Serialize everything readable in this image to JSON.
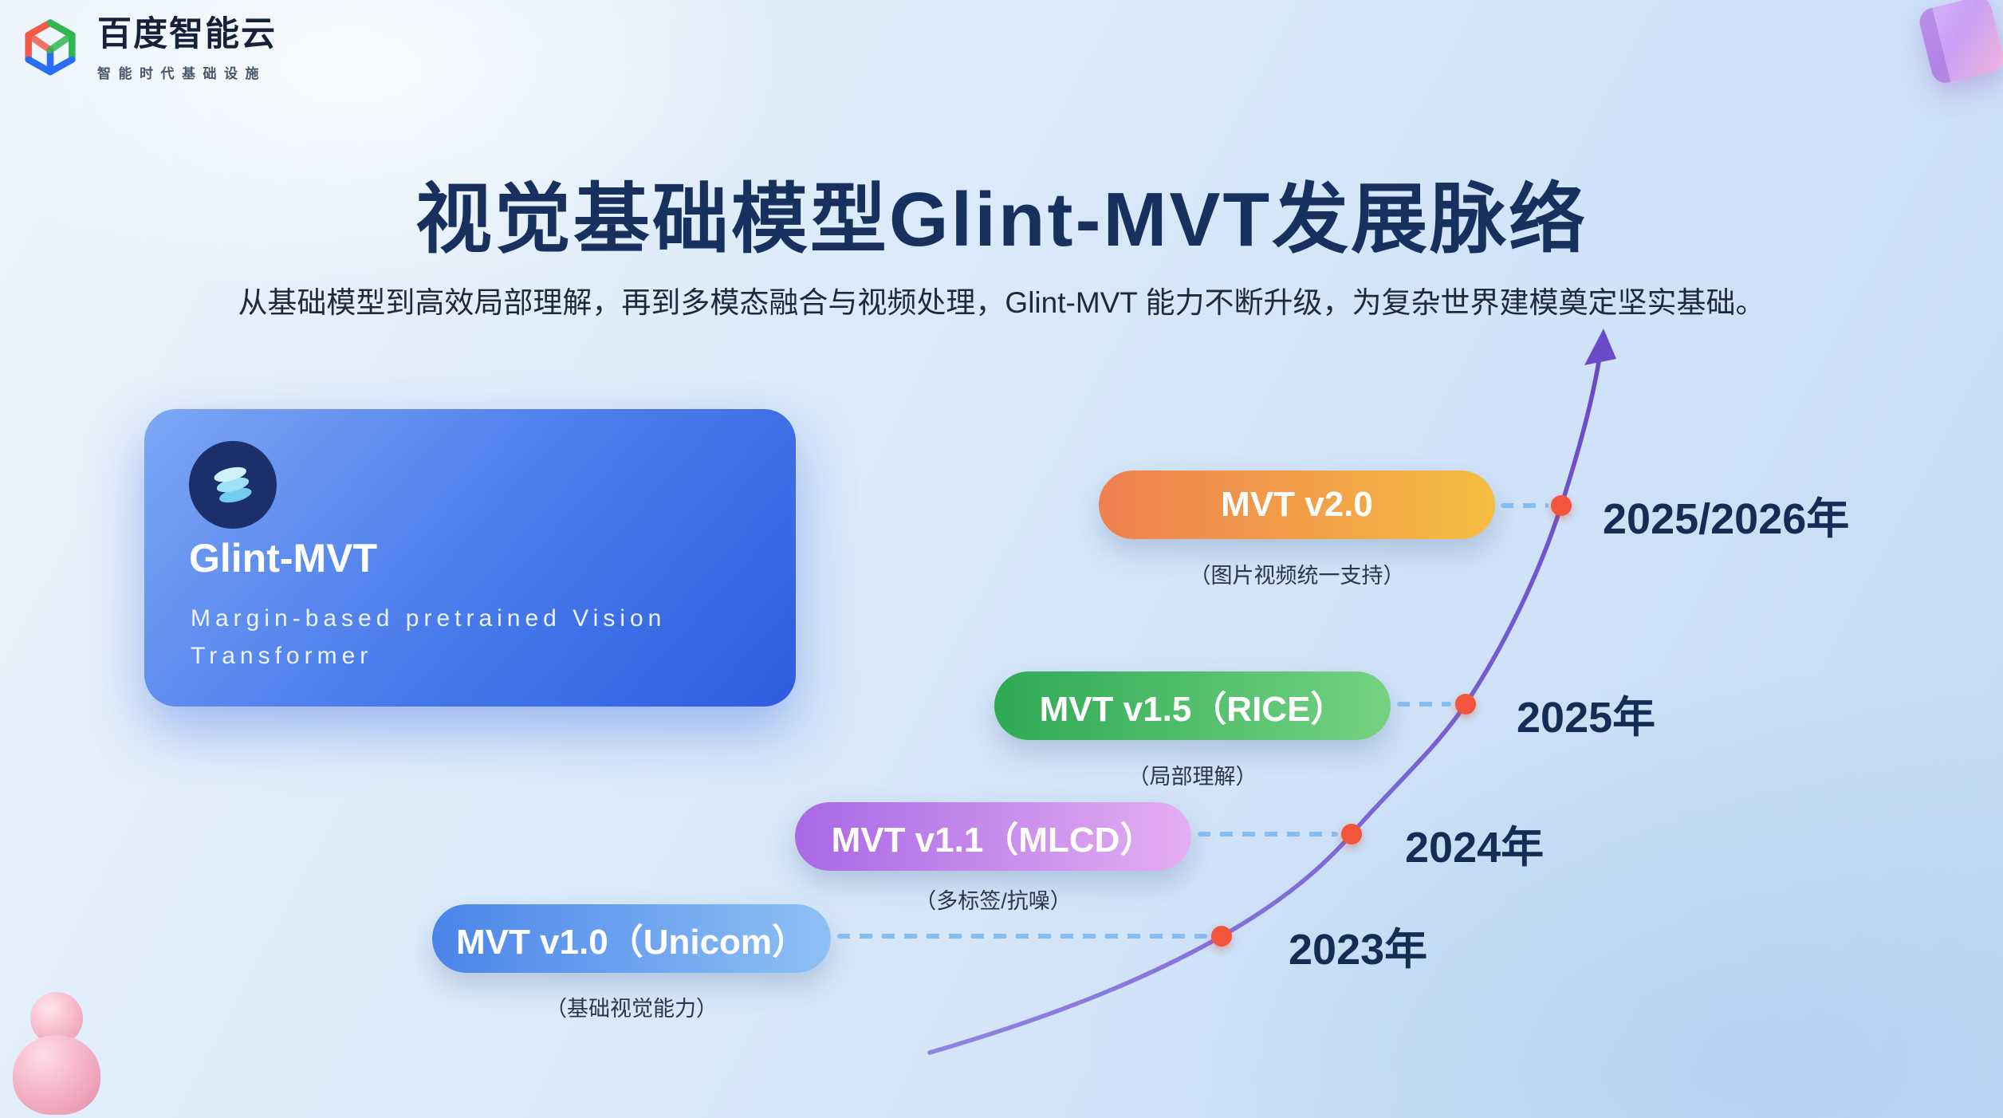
{
  "header": {
    "brand": "百度智能云",
    "tagline": "智能时代基础设施"
  },
  "hero": {
    "title": "视觉基础模型Glint-MVT发展脉络",
    "subtitle": "从基础模型到高效局部理解，再到多模态融合与视频处理，Glint-MVT 能力不断升级，为复杂世界建模奠定坚实基础。"
  },
  "model_card": {
    "name": "Glint-MVT",
    "description": "Margin-based pretrained Vision Transformer",
    "icon": "database-icon",
    "color_start": "#7da6f4",
    "color_end": "#2e5cdf"
  },
  "timeline": {
    "milestones": [
      {
        "label": "MVT v2.0",
        "note": "（图片视频统一支持）",
        "year": "2025/2026年",
        "color_start": "#ef7f50",
        "color_end": "#f5bd41"
      },
      {
        "label": "MVT v1.5（RICE）",
        "note": "（局部理解）",
        "year": "2025年",
        "color_start": "#2fa955",
        "color_end": "#74d383"
      },
      {
        "label": "MVT v1.1（MLCD）",
        "note": "（多标签/抗噪）",
        "year": "2024年",
        "color_start": "#a868e5",
        "color_end": "#e6aef2"
      },
      {
        "label": "MVT v1.0（Unicom）",
        "note": "（基础视觉能力）",
        "year": "2023年",
        "color_start": "#4b84e9",
        "color_end": "#8ec1f5"
      }
    ]
  },
  "colors": {
    "dot": "#f2543c",
    "connector": "#85bdf0",
    "curve": "#6a4ac8",
    "title": "#18305e",
    "year_text": "#152c55"
  },
  "decor": {
    "top_right": "purple-sticker-icon",
    "bottom_left": "pink-person-figure",
    "logo": "baidu-cloud-cube-icon"
  }
}
